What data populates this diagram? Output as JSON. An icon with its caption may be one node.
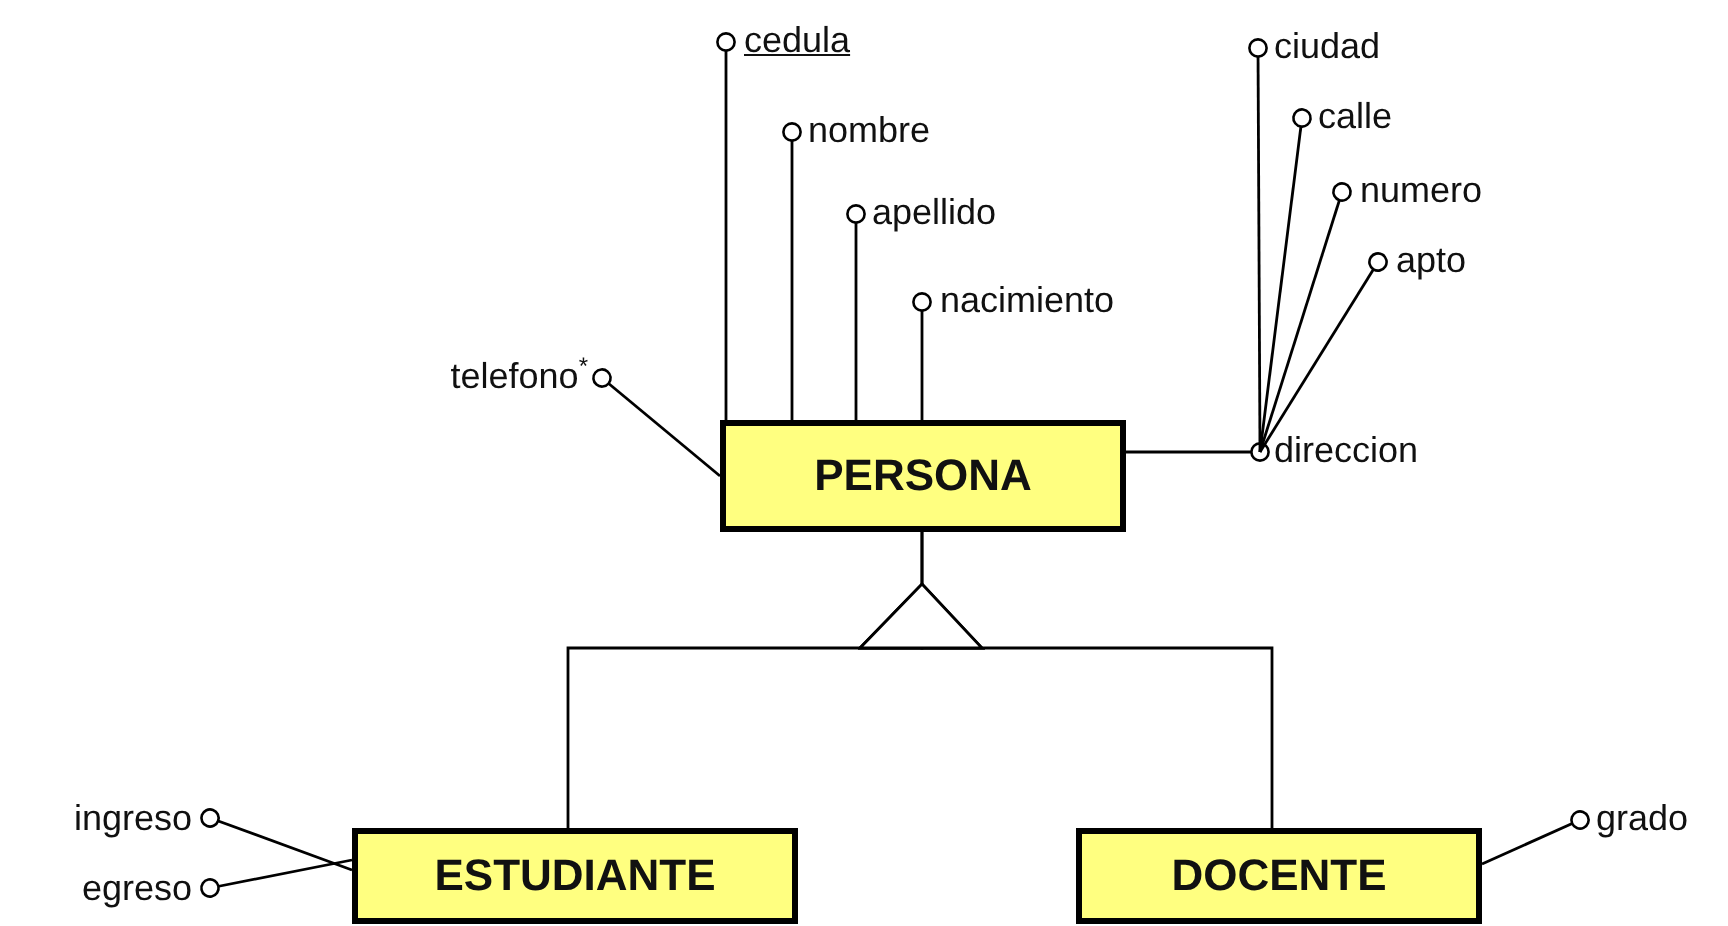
{
  "diagram": {
    "nodes": [
      {
        "text": [
          "PERSONA"
        ]
      },
      {
        "text": [
          "cedula"
        ]
      },
      {
        "text": [
          "nombre"
        ]
      },
      {
        "text": [
          "apellido"
        ]
      },
      {
        "text": [
          "nacimiento"
        ]
      },
      {
        "text": [
          "telefono$^{*}$"
        ]
      },
      {
        "text": [
          "direccion"
        ]
      },
      {
        "text": [
          "ciudad"
        ]
      },
      {
        "text": [
          "calle"
        ]
      },
      {
        "text": [
          "numero"
        ]
      },
      {
        "text": [
          "apto"
        ]
      },
      {
        "text": [
          "ESTUDIANTE"
        ]
      },
      {
        "text": [
          "DOCENTE"
        ]
      },
      {
        "text": [
          "ingreso"
        ]
      },
      {
        "text": [
          "egreso"
        ]
      },
      {
        "text": [
          "grado"
        ]
      }
    ],
    "edges": [
      {
        "from": 0,
        "to": 1,
        "arrow": "other"
      },
      {
        "from": 0,
        "to": 2,
        "arrow": "other"
      },
      {
        "from": 0,
        "to": 3,
        "arrow": "other"
      },
      {
        "from": 0,
        "to": 4,
        "arrow": "other"
      },
      {
        "from": 0,
        "to": 5,
        "arrow": "other"
      },
      {
        "from": 0,
        "to": 6,
        "arrow": "other"
      },
      {
        "from": 6,
        "to": 7,
        "arrow": "other"
      },
      {
        "from": 6,
        "to": 8,
        "arrow": "other"
      },
      {
        "from": 6,
        "to": 9,
        "arrow": "other"
      },
      {
        "from": 6,
        "to": 10,
        "arrow": "other"
      },
      {
        "from": 11,
        "to": 0,
        "arrow": "to"
      },
      {
        "from": 12,
        "to": 0,
        "arrow": "to"
      },
      {
        "from": 11,
        "to": 13,
        "arrow": "other"
      },
      {
        "from": 11,
        "to": 14,
        "arrow": "other"
      },
      {
        "from": 12,
        "to": 15,
        "arrow": "other"
      }
    ]
  }
}
